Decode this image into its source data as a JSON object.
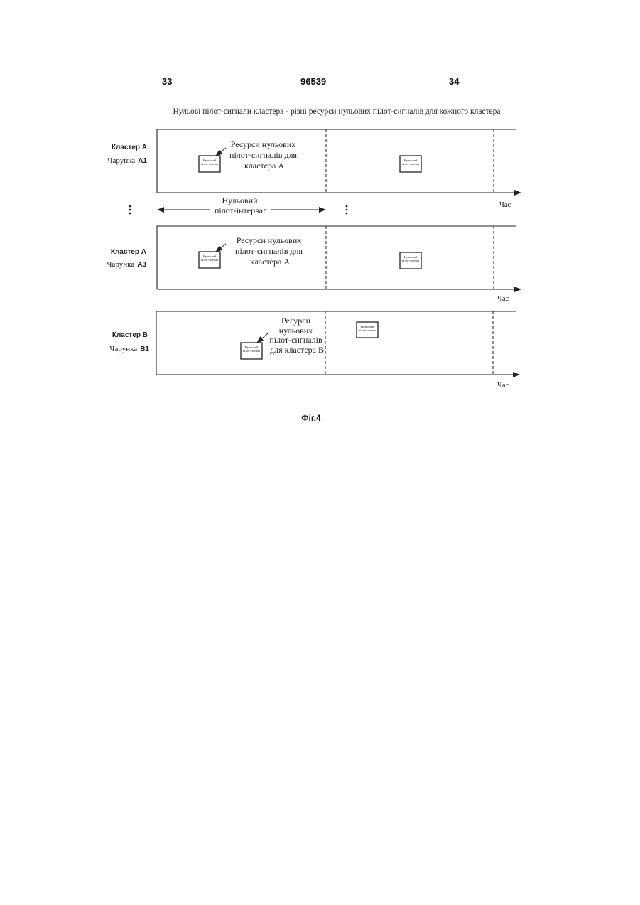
{
  "header": {
    "left_page": "33",
    "doc_number": "96539",
    "right_page": "34"
  },
  "figure": {
    "title": "Нульові пілот-сигнали кластера - різні ресурси нульових пілот-сигналів для кожного кластера",
    "caption": "Фіг.4",
    "time_label": "Час",
    "box_label_line1": "Нульовий",
    "box_label_line2": "пілот-сигнал",
    "interval_label_line1": "Нульовий",
    "interval_label_line2": "пілот-інтервал",
    "panels": [
      {
        "cluster": "Кластер А",
        "cell_prefix": "Чарунка",
        "cell_id": "А1",
        "annotation": [
          "Ресурси нульових",
          "пілот-сигналів для",
          "кластера А"
        ]
      },
      {
        "cluster": "Кластер А",
        "cell_prefix": "Чарунка",
        "cell_id": "А3",
        "annotation": [
          "Ресурси нульових",
          "пілот-сигналів для",
          "кластера А"
        ]
      },
      {
        "cluster": "Кластер В",
        "cell_prefix": "Чарунка",
        "cell_id": "В1",
        "annotation": [
          "Ресурси",
          "нульових",
          "пілот-сигналів",
          "для кластера В"
        ]
      }
    ]
  }
}
